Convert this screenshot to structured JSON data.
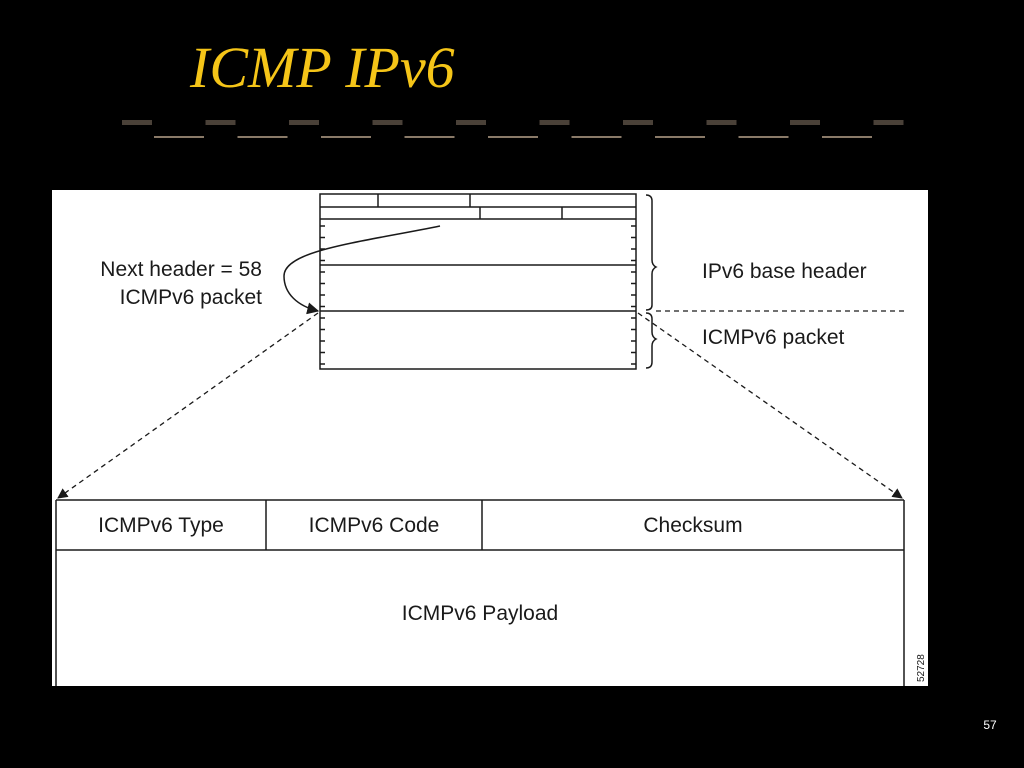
{
  "slide": {
    "title": "ICMP IPv6",
    "page_number": "57",
    "colors": {
      "title": "#f5c518",
      "rule_dark": "#4a4138",
      "rule_light": "#8a7a68",
      "background": "#000000",
      "panel": "#ffffff",
      "ink": "#1a1a1a"
    }
  },
  "diagram": {
    "next_header_line1": "Next header = 58",
    "next_header_line2": "ICMPv6 packet",
    "brace_label_base": "IPv6 base header",
    "brace_label_icmp": "ICMPv6 packet",
    "fields": {
      "type": "ICMPv6 Type",
      "code": "ICMPv6 Code",
      "checksum": "Checksum",
      "payload": "ICMPv6 Payload"
    },
    "figure_id": "52728"
  }
}
